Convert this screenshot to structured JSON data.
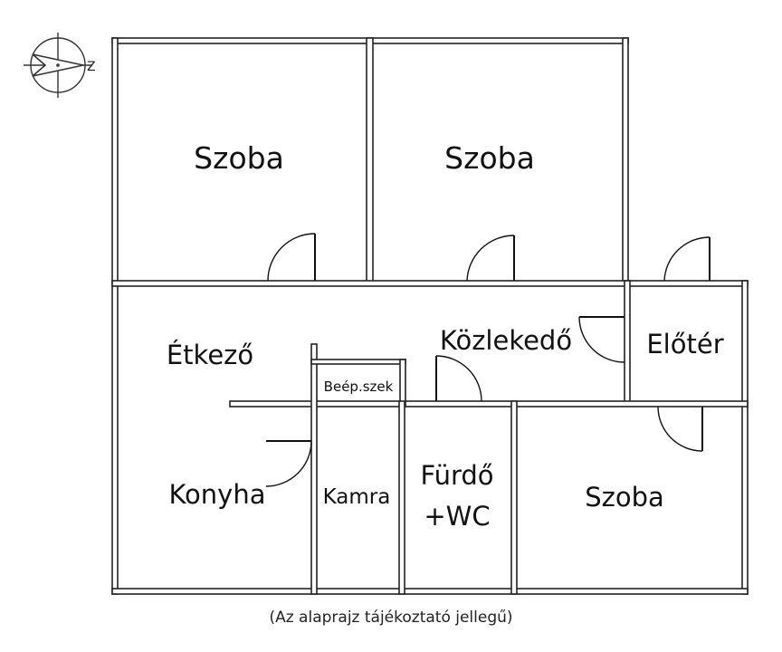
{
  "rooms": {
    "szoba_top_left": "Szoba",
    "szoba_top_middle": "Szoba",
    "etkezo": "Étkező",
    "kozlekedo": "Közlekedő",
    "eloter": "Előtér",
    "beep_szek": "Beép.szek",
    "konyha": "Konyha",
    "kamra": "Kamra",
    "furdo_line1": "Fürdő",
    "furdo_line2": "+WC",
    "szoba_bottom_right": "Szoba"
  },
  "compass": {
    "letter": "Z"
  },
  "caption": "(Az alaprajz tájékoztató jellegű)"
}
